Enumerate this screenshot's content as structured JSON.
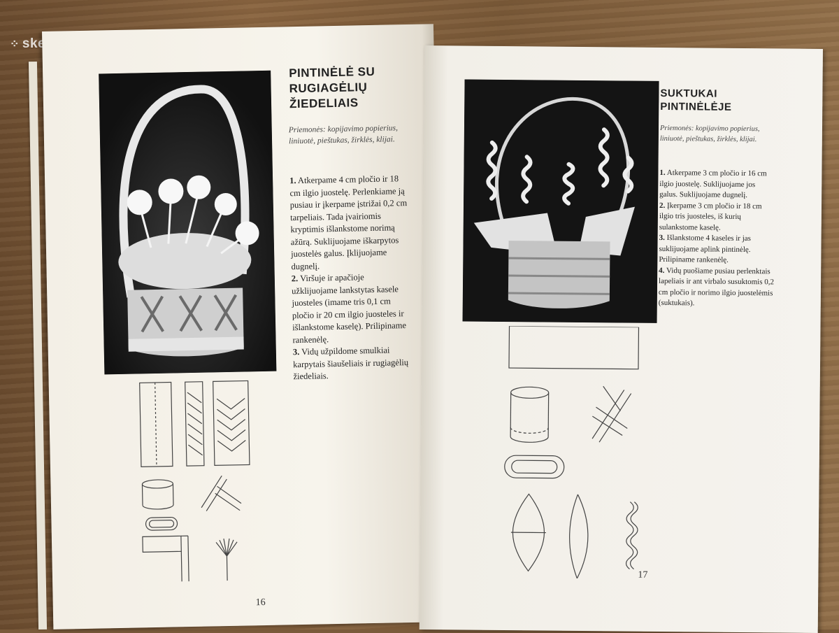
{
  "watermark": {
    "text": "skelbiu.lt",
    "icon": "dots-logo-icon"
  },
  "left_page": {
    "title": [
      "PINTINĖLĖ SU",
      "RUGIAGĖLIŲ",
      "ŽIEDELIAIS"
    ],
    "tools": "Priemonės: kopijavimo popierius, liniuotė, pieštukas, žirklės, klijai.",
    "steps": [
      {
        "num": "1.",
        "text": " Atkerpame 4 cm pločio ir 18 cm ilgio juostelę. Perlenkiame ją pusiau ir įkerpame įstrižai 0,2 cm tarpeliais. Tada įvairiomis kryptimis išlankstome norimą ažūrą. Suklijuojame iškarpytos juostelės galus. Įklijuojame dugnelį."
      },
      {
        "num": "2.",
        "text": " Viršuje ir apačioje užklijuojame lankstytas kasele juosteles (imame tris 0,1 cm pločio ir 20 cm ilgio juosteles ir išlankstome kaselę). Prilipiname rankenėlę."
      },
      {
        "num": "3.",
        "text": " Vidų užpildome smulkiai karpytais šiaušeliais ir rugiagėlių žiedeliais."
      }
    ],
    "page_number": "16"
  },
  "right_page": {
    "title": [
      "SUKTUKAI",
      "PINTINĖLĖJE"
    ],
    "tools": "Priemonės: kopijavimo popierius, liniuotė, pieštukas, žirklės, klijai.",
    "steps": [
      {
        "num": "1.",
        "text": " Atkerpame 3 cm pločio ir 16 cm ilgio juostelę. Suklijuojame jos galus. Suklijuojame dugnelį."
      },
      {
        "num": "2.",
        "text": " Įkerpame 3 cm pločio ir 18 cm ilgio tris juosteles, iš kurių sulankstome kaselę."
      },
      {
        "num": "3.",
        "text": " Išlankstome 4 kaseles ir jas suklijuojame aplink pintinėlę. Prilipiname rankenėlę."
      },
      {
        "num": "4.",
        "text": " Vidų puošiame pusiau perlenktais lapeliais ir ant virbalo susuktomis 0,2 cm pločio ir norimo ilgio juostelėmis (suktukais)."
      }
    ],
    "page_number": "17"
  }
}
